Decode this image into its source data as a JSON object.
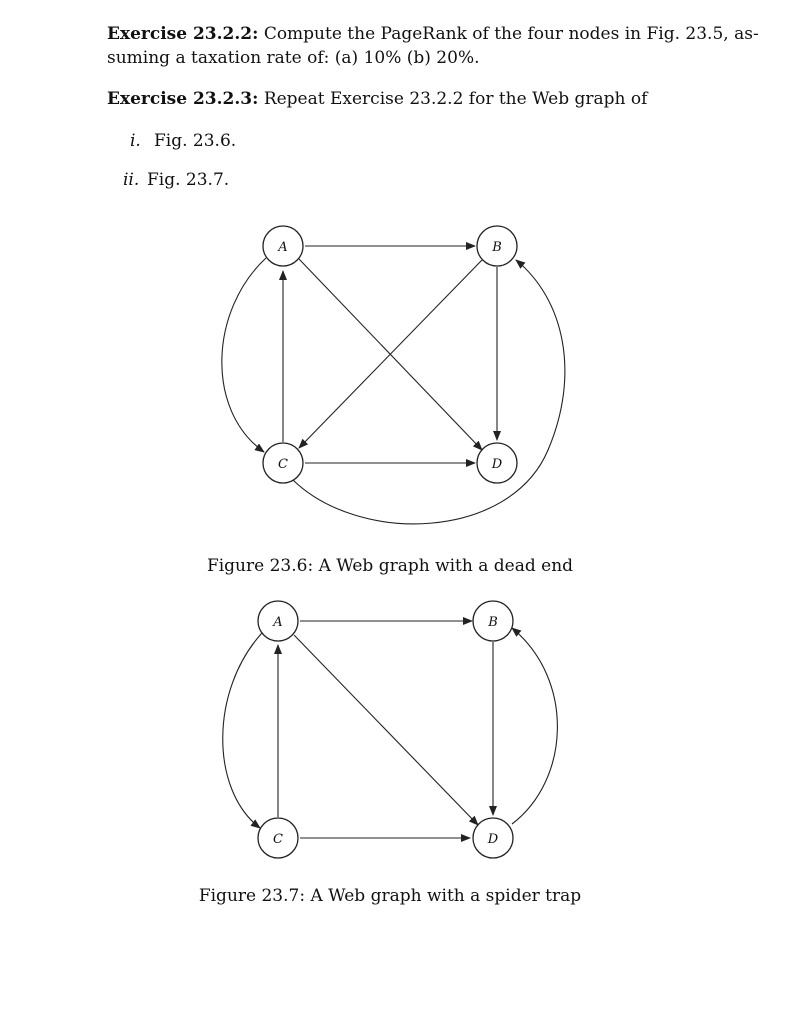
{
  "exercises": [
    {
      "label": "Exercise 23.2.2:",
      "text": "Compute the PageRank of the four nodes in Fig. 23.5, as-suming a taxation rate of: (a) 10%   (b) 20%.",
      "line1": "Compute the PageRank of the four nodes in Fig. 23.5, as-",
      "line2": "suming a taxation rate of: (a) 10%   (b) 20%."
    },
    {
      "label": "Exercise 23.2.3:",
      "text": "Repeat Exercise 23.2.2 for the Web graph of"
    }
  ],
  "subitems": [
    {
      "num": "i.",
      "text": "Fig. 23.6."
    },
    {
      "num": "ii.",
      "text": "Fig. 23.7."
    }
  ],
  "figures": [
    {
      "caption": "Figure 23.6: A Web graph with a dead end",
      "nodes": [
        "A",
        "B",
        "C",
        "D"
      ],
      "edges": [
        [
          "A",
          "B"
        ],
        [
          "A",
          "D"
        ],
        [
          "A",
          "C"
        ],
        [
          "B",
          "C"
        ],
        [
          "B",
          "D"
        ],
        [
          "C",
          "A"
        ],
        [
          "C",
          "D"
        ],
        [
          "C",
          "B"
        ]
      ]
    },
    {
      "caption": "Figure 23.7: A Web graph with a spider trap",
      "nodes": [
        "A",
        "B",
        "C",
        "D"
      ],
      "edges": [
        [
          "A",
          "B"
        ],
        [
          "A",
          "D"
        ],
        [
          "A",
          "C"
        ],
        [
          "B",
          "D"
        ],
        [
          "C",
          "A"
        ],
        [
          "C",
          "D"
        ],
        [
          "D",
          "B"
        ]
      ]
    }
  ]
}
